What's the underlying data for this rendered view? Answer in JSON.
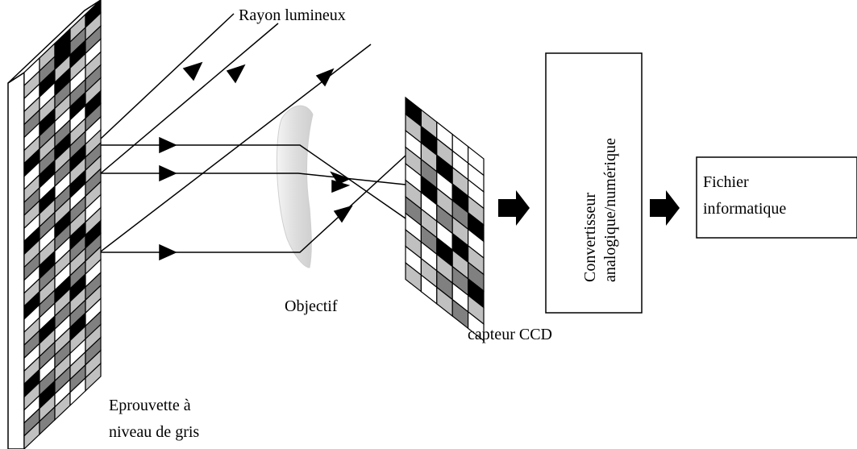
{
  "labels": {
    "light_ray": "Rayon lumineux",
    "objective": "Objectif",
    "ccd_sensor": "capteur CCD",
    "converter_line1": "Convertisseur",
    "converter_line2": "analogique/numérique",
    "file_line1": "Fichier",
    "file_line2": "informatique",
    "target_line1": "Eprouvette à",
    "target_line2": "niveau de gris"
  },
  "colors": {
    "black": "#000000",
    "dark_gray": "#808080",
    "light_gray": "#c0c0c0",
    "white": "#ffffff",
    "lens": "#e4e4e4"
  },
  "target_grid": [
    [
      "w",
      "l",
      "k",
      "l",
      "k"
    ],
    [
      "l",
      "d",
      "k",
      "d",
      "l"
    ],
    [
      "w",
      "k",
      "l",
      "k",
      "d"
    ],
    [
      "l",
      "w",
      "k",
      "l",
      "w"
    ],
    [
      "d",
      "l",
      "d",
      "w",
      "l"
    ],
    [
      "w",
      "k",
      "l",
      "d",
      "d"
    ],
    [
      "l",
      "d",
      "w",
      "k",
      "l"
    ],
    [
      "k",
      "l",
      "d",
      "w",
      "k"
    ],
    [
      "w",
      "d",
      "k",
      "l",
      "d"
    ],
    [
      "l",
      "k",
      "l",
      "d",
      "w"
    ],
    [
      "d",
      "w",
      "d",
      "k",
      "l"
    ],
    [
      "l",
      "k",
      "w",
      "l",
      "d"
    ],
    [
      "w",
      "l",
      "d",
      "k",
      "l"
    ],
    [
      "k",
      "d",
      "l",
      "w",
      "d"
    ],
    [
      "l",
      "w",
      "k",
      "d",
      "l"
    ],
    [
      "d",
      "l",
      "d",
      "l",
      "w"
    ],
    [
      "w",
      "k",
      "w",
      "k",
      "l"
    ],
    [
      "l",
      "d",
      "l",
      "d",
      "k"
    ],
    [
      "k",
      "l",
      "w",
      "l",
      "d"
    ],
    [
      "w",
      "d",
      "k",
      "d",
      "l"
    ],
    [
      "l",
      "w",
      "l",
      "k",
      "w"
    ],
    [
      "d",
      "k",
      "d",
      "l",
      "d"
    ],
    [
      "w",
      "l",
      "w",
      "d",
      "l"
    ],
    [
      "l",
      "d",
      "l",
      "k",
      "w"
    ],
    [
      "k",
      "w",
      "d",
      "l",
      "d"
    ],
    [
      "l",
      "d",
      "l",
      "w",
      "l"
    ],
    [
      "w",
      "k",
      "d",
      "l",
      "d"
    ],
    [
      "d",
      "l",
      "w",
      "d",
      "l"
    ],
    [
      "l",
      "d",
      "l",
      "w",
      "l"
    ]
  ],
  "ccd_grid": [
    [
      "k",
      "l",
      "w",
      "w",
      "w"
    ],
    [
      "l",
      "k",
      "l",
      "w",
      "w"
    ],
    [
      "w",
      "l",
      "k",
      "l",
      "w"
    ],
    [
      "l",
      "d",
      "w",
      "k",
      "l"
    ],
    [
      "w",
      "k",
      "l",
      "d",
      "k"
    ],
    [
      "l",
      "w",
      "d",
      "l",
      "w"
    ],
    [
      "d",
      "l",
      "w",
      "k",
      "l"
    ],
    [
      "w",
      "d",
      "k",
      "l",
      "d"
    ],
    [
      "l",
      "w",
      "l",
      "d",
      "k"
    ],
    [
      "w",
      "l",
      "d",
      "w",
      "l"
    ],
    [
      "l",
      "w",
      "l",
      "d",
      "w"
    ]
  ]
}
